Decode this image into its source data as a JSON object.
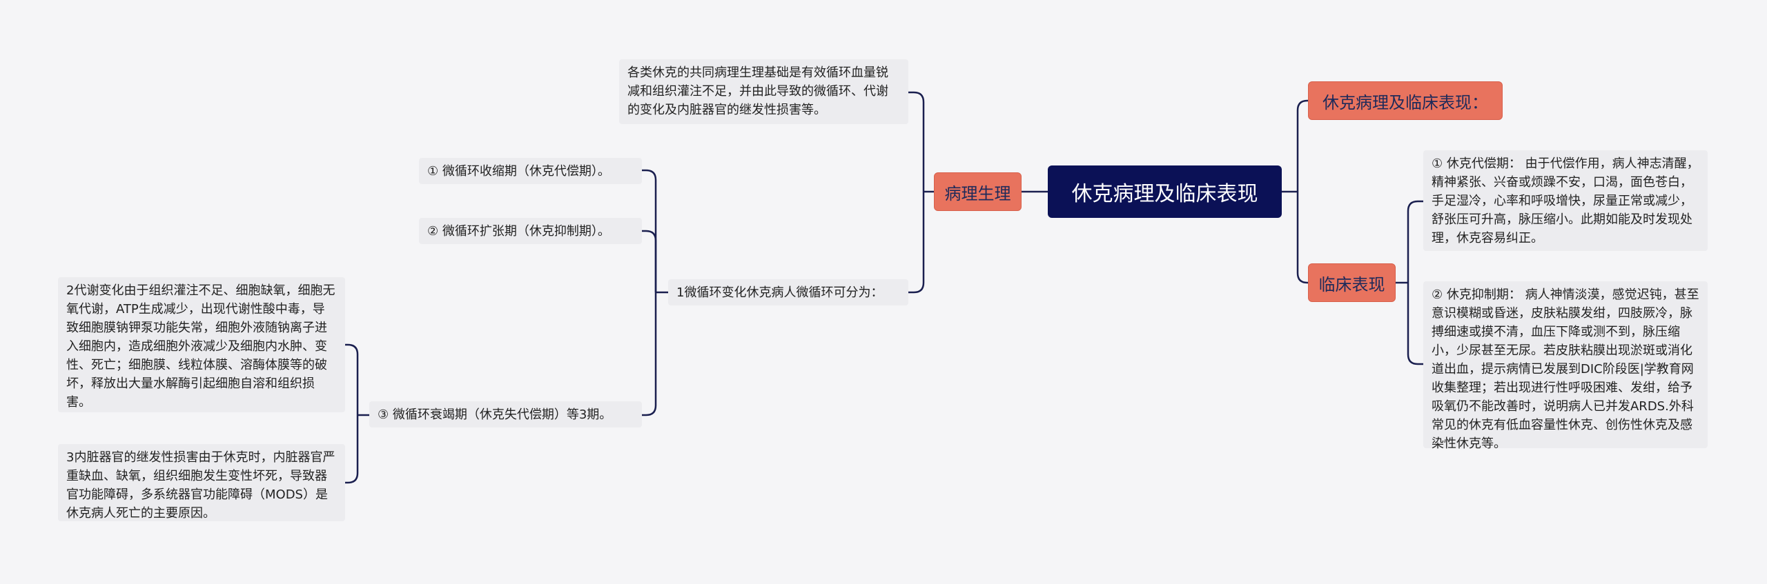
{
  "root": "休克病理及临床表现",
  "right_branches": [
    {
      "label": "休克病理及临床表现："
    },
    {
      "label": "临床表现",
      "children": [
        "① 休克代偿期： 由于代偿作用，病人神志清醒，精神紧张、兴奋或烦躁不安，口渴，面色苍白，手足湿冷，心率和呼吸增快，尿量正常或减少，舒张压可升高，脉压缩小。此期如能及时发现处理，休克容易纠正。",
        "② 休克抑制期： 病人神情淡漠，感觉迟钝，甚至意识模糊或昏迷，皮肤粘膜发绀，四肢厥冷，脉搏细速或摸不清，血压下降或测不到，脉压缩小，少尿甚至无尿。若皮肤粘膜出现淤斑或消化道出血，提示病情已发展到DIC阶段医|学教育网收集整理；若出现进行性呼吸困难、发绀，给予吸氧仍不能改善时，说明病人已并发ARDS.外科常见的休克有低血容量性休克、创伤性休克及感染性休克等。"
      ]
    }
  ],
  "left_branch": {
    "label": "病理生理",
    "intro": "各类休克的共同病理生理基础是有效循环血量锐减和组织灌注不足，并由此导致的微循环、代谢的变化及内脏器官的继发性损害等。",
    "microcirc": {
      "label": "1微循环变化休克病人微循环可分为：",
      "stages": [
        "① 微循环收缩期（休克代偿期）。",
        "② 微循环扩张期（休克抑制期）。",
        "③ 微循环衰竭期（休克失代偿期）等3期。"
      ],
      "stage3_details": [
        "2代谢变化由于组织灌注不足、细胞缺氧，细胞无氧代谢，ATP生成减少，出现代谢性酸中毒，导致细胞膜钠钾泵功能失常，细胞外液随钠离子进入细胞内，造成细胞外液减少及细胞内水肿、变性、死亡；细胞膜、线粒体膜、溶酶体膜等的破坏，释放出大量水解酶引起细胞自溶和组织损害。",
        "3内脏器官的继发性损害由于休克时，内脏器官严重缺血、缺氧，组织细胞发生变性坏死，导致器官功能障碍，多系统器官功能障碍（MODS）是休克病人死亡的主要原因。"
      ]
    }
  },
  "colors": {
    "root_bg": "#0b1156",
    "branch_bg": "#e8735e",
    "leaf_bg": "#ececef",
    "line": "#1a1f4f"
  }
}
